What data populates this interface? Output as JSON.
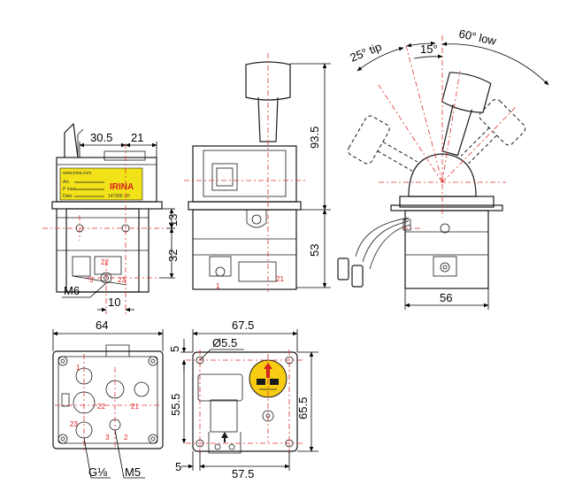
{
  "colors": {
    "line": "#1a1a1a",
    "centerline": "#e03030",
    "label_yellow": "#f2e21a",
    "warning_yellow": "#f7cc12",
    "brand_red": "#d42020"
  },
  "dimensions": {
    "side_top_left": "30.5",
    "side_top_right": "21",
    "side_13": "13",
    "side_32": "32",
    "side_m6": "M6",
    "side_10": "10",
    "front_93_5": "93.5",
    "front_53": "53",
    "front_56": "56",
    "angle_tip": "25° tip",
    "angle_15": "15°",
    "angle_low": "60° low",
    "bottom_64": "64",
    "bottom_g": "G⅛",
    "bottom_m5": "M5",
    "plate_67_5": "67.5",
    "plate_5_top": "5",
    "plate_dia": "Ø5.5",
    "plate_55_5_left": "55.5",
    "plate_65_5": "65.5",
    "plate_5_bottom": "5",
    "plate_57_5": "57.5"
  },
  "ports": {
    "p1": "1",
    "p2": "2",
    "p3": "3",
    "p21": "21",
    "p22": "22",
    "p23": "23"
  },
  "label": {
    "brand": "IRINA",
    "site": "www.irina.com",
    "code": "147906 - H",
    "r1": "Art.",
    "r2": "P max",
    "r3": "Date"
  }
}
